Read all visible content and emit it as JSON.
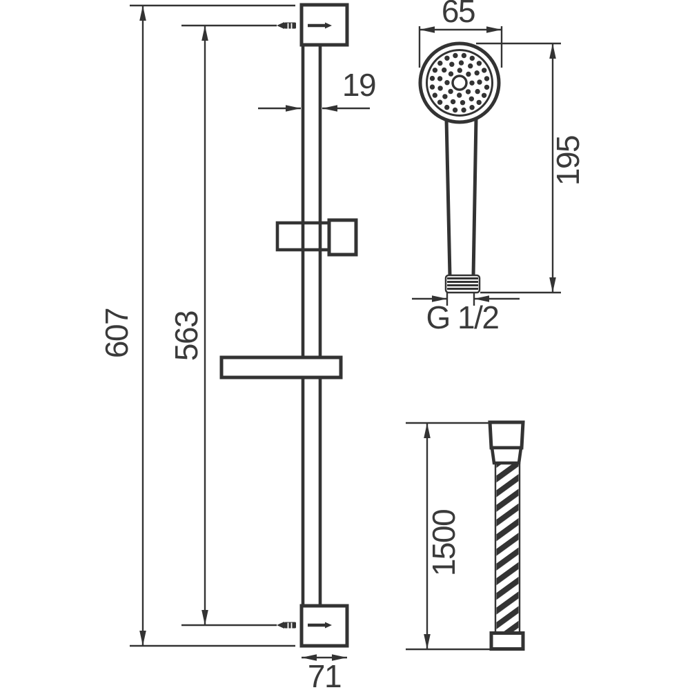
{
  "colors": {
    "line": "#333333",
    "text": "#3a3a3a",
    "background": "#ffffff"
  },
  "views": {
    "rail": {
      "dims": {
        "total_height": "607",
        "screw_spacing": "563",
        "bar_width": "19",
        "bracket_width": "71"
      }
    },
    "hand_shower": {
      "dims": {
        "head_diameter": "65",
        "length": "195",
        "thread": "G 1/2"
      }
    },
    "hose": {
      "dims": {
        "length": "1500"
      }
    }
  }
}
